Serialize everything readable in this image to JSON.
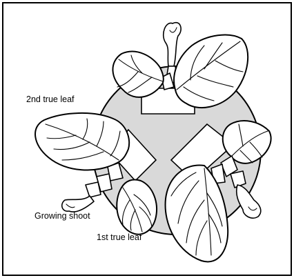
{
  "labels": {
    "second_leaf": "2nd true leaf",
    "growing_shoot": "Growing shoot",
    "first_leaf": "1st true leaf"
  },
  "colors": {
    "stem_disc": "#d9d9d9",
    "outline": "#000000",
    "background": "#ffffff"
  }
}
